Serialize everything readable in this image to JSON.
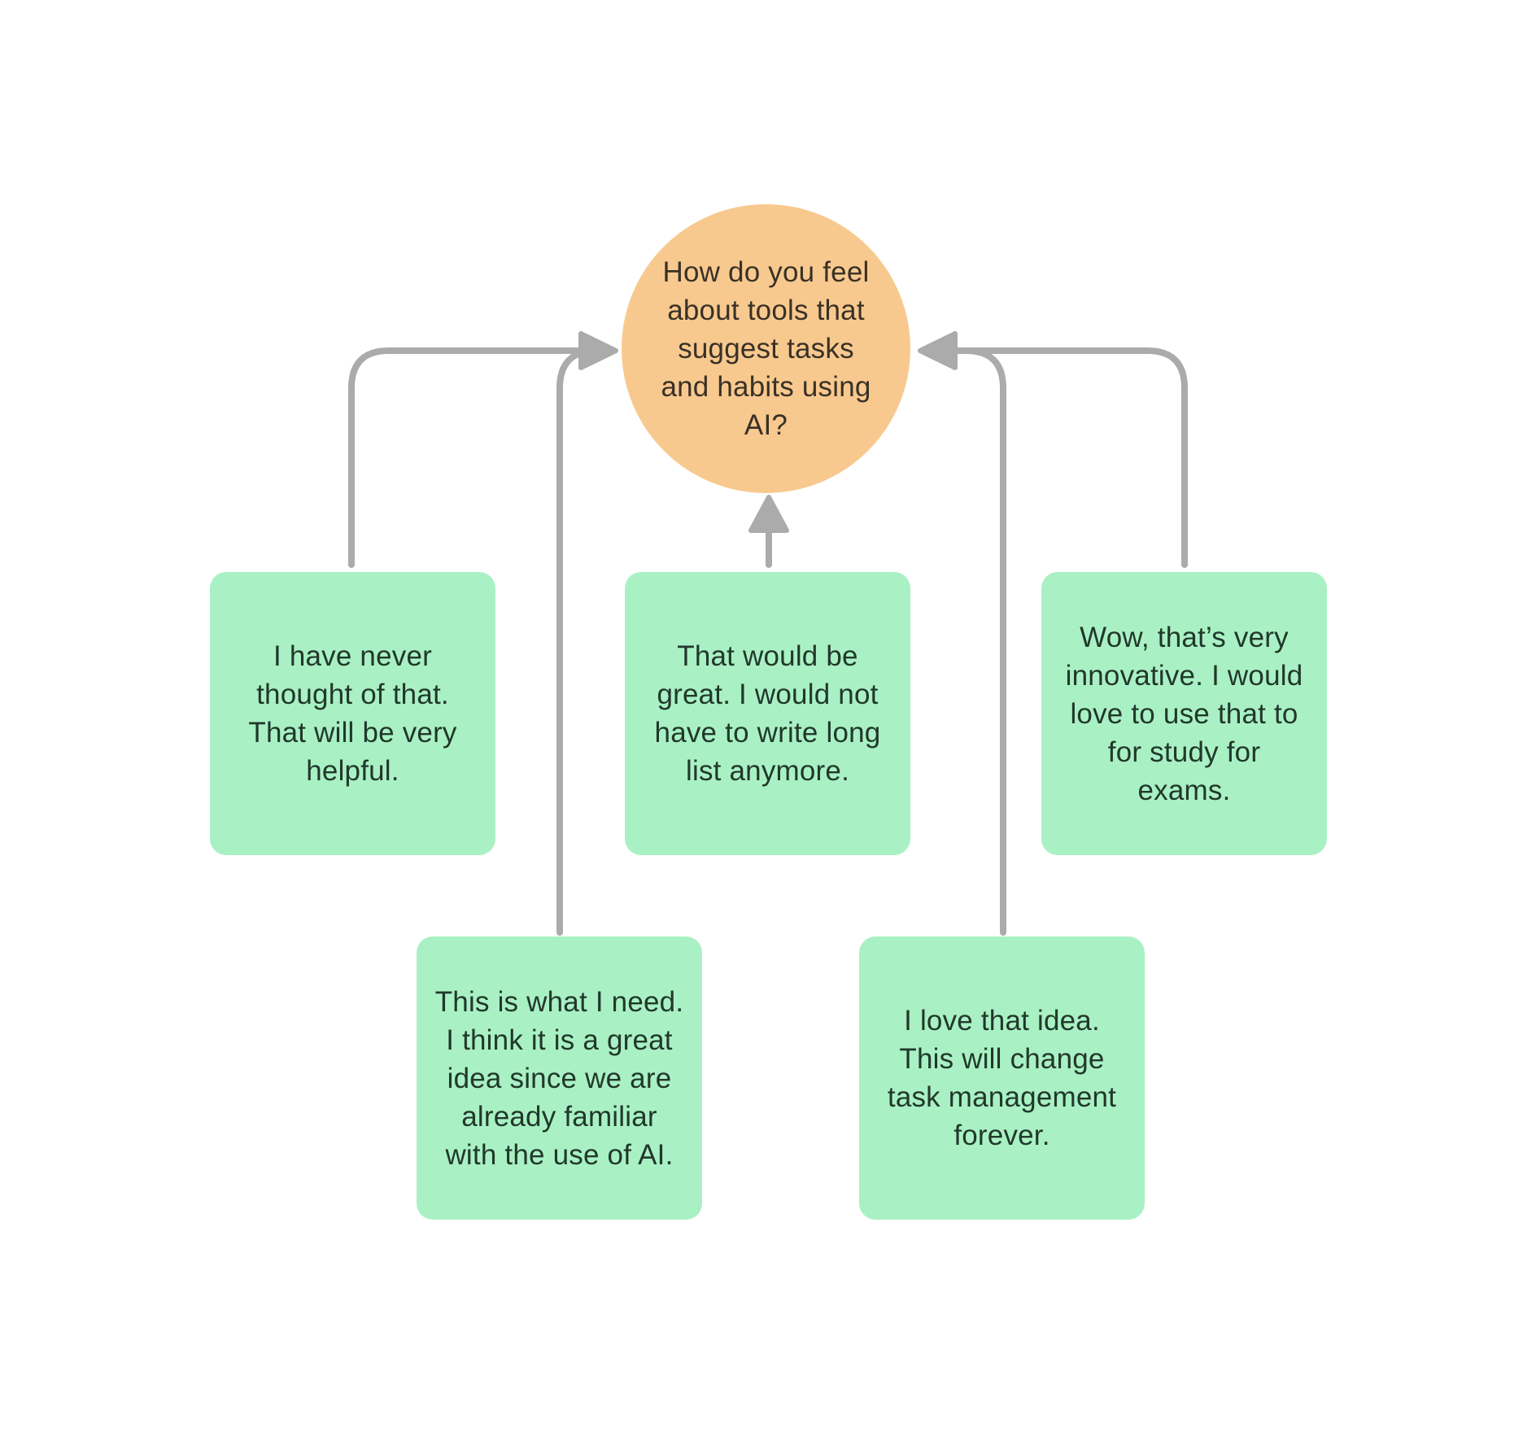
{
  "diagram": {
    "type": "mind-map",
    "palette": {
      "background": "#ffffff",
      "circle_fill": "#f8c98f",
      "circle_text": "#3a3126",
      "note_fill": "#a9f1c4",
      "note_text": "#21382b",
      "connector_gray": "#ababab"
    },
    "center_node": {
      "shape": "circle",
      "text": "How do you feel about tools that suggest tasks and habits using AI?",
      "lines": [
        "How do you feel",
        "about tools that",
        "suggest tasks",
        "and habits using",
        "AI?"
      ]
    },
    "sticky_notes": [
      {
        "id": "note-left",
        "text": "I have never thought of that. That will be very helpful.",
        "lines": [
          "I have never",
          "thought of that.",
          "That will be very",
          "helpful."
        ]
      },
      {
        "id": "note-center",
        "text": "That would be great. I would not have to write long list anymore.",
        "lines": [
          "That would be",
          "great. I would not",
          "have to write long",
          "list anymore."
        ]
      },
      {
        "id": "note-right",
        "text": "Wow, that’s very innovative. I would love to use that to for study for exams.",
        "lines": [
          "Wow, that’s very",
          "innovative. I would",
          "love to use that to",
          "for study for",
          "exams."
        ]
      },
      {
        "id": "note-bottom-left",
        "text": "This is what I need. I  think it is a great idea since we are already familiar with the use of AI.",
        "lines": [
          "This is what I need.",
          "I  think it is a great",
          "idea since we are",
          "already familiar",
          "with the use of AI."
        ]
      },
      {
        "id": "note-bottom-right",
        "text": "I love that idea. This will change task management forever.",
        "lines": [
          "I love that idea.",
          "This will change",
          "task management",
          "forever."
        ]
      }
    ],
    "connectors": [
      {
        "from": "note-left",
        "to": "center-circle",
        "arrow_enters": "circle-left-side"
      },
      {
        "from": "note-bottom-left",
        "to": "center-circle",
        "arrow_enters": "circle-left-side"
      },
      {
        "from": "note-center",
        "to": "center-circle",
        "arrow_enters": "circle-bottom"
      },
      {
        "from": "note-right",
        "to": "center-circle",
        "arrow_enters": "circle-right-side"
      },
      {
        "from": "note-bottom-right",
        "to": "center-circle",
        "arrow_enters": "circle-right-side"
      }
    ]
  }
}
